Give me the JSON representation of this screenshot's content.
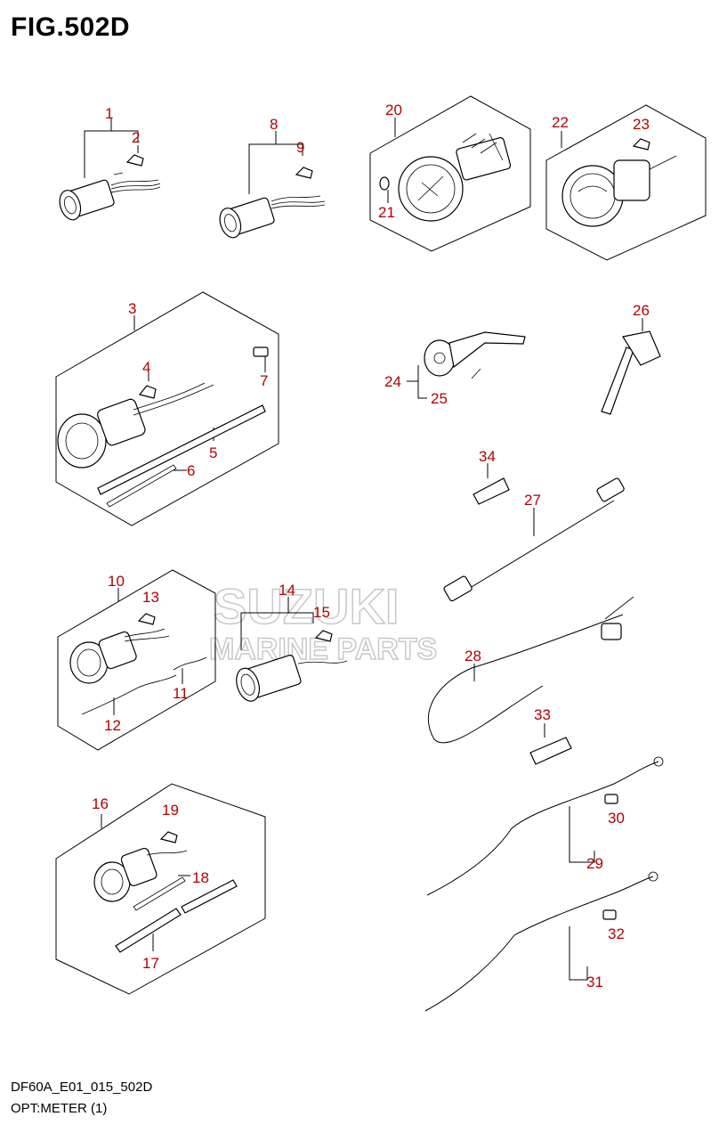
{
  "figure": {
    "title": "FIG.502D",
    "code": "DF60A_E01_015_502D",
    "name": "OPT:METER (1)"
  },
  "watermark": {
    "line1": "SUZUKI",
    "line2": "MARINE PARTS"
  },
  "callouts": [
    "1",
    "2",
    "3",
    "4",
    "5",
    "6",
    "7",
    "8",
    "9",
    "10",
    "11",
    "12",
    "13",
    "14",
    "15",
    "16",
    "17",
    "18",
    "19",
    "20",
    "21",
    "22",
    "23",
    "24",
    "25",
    "26",
    "27",
    "28",
    "29",
    "30",
    "31",
    "32",
    "33",
    "34"
  ]
}
